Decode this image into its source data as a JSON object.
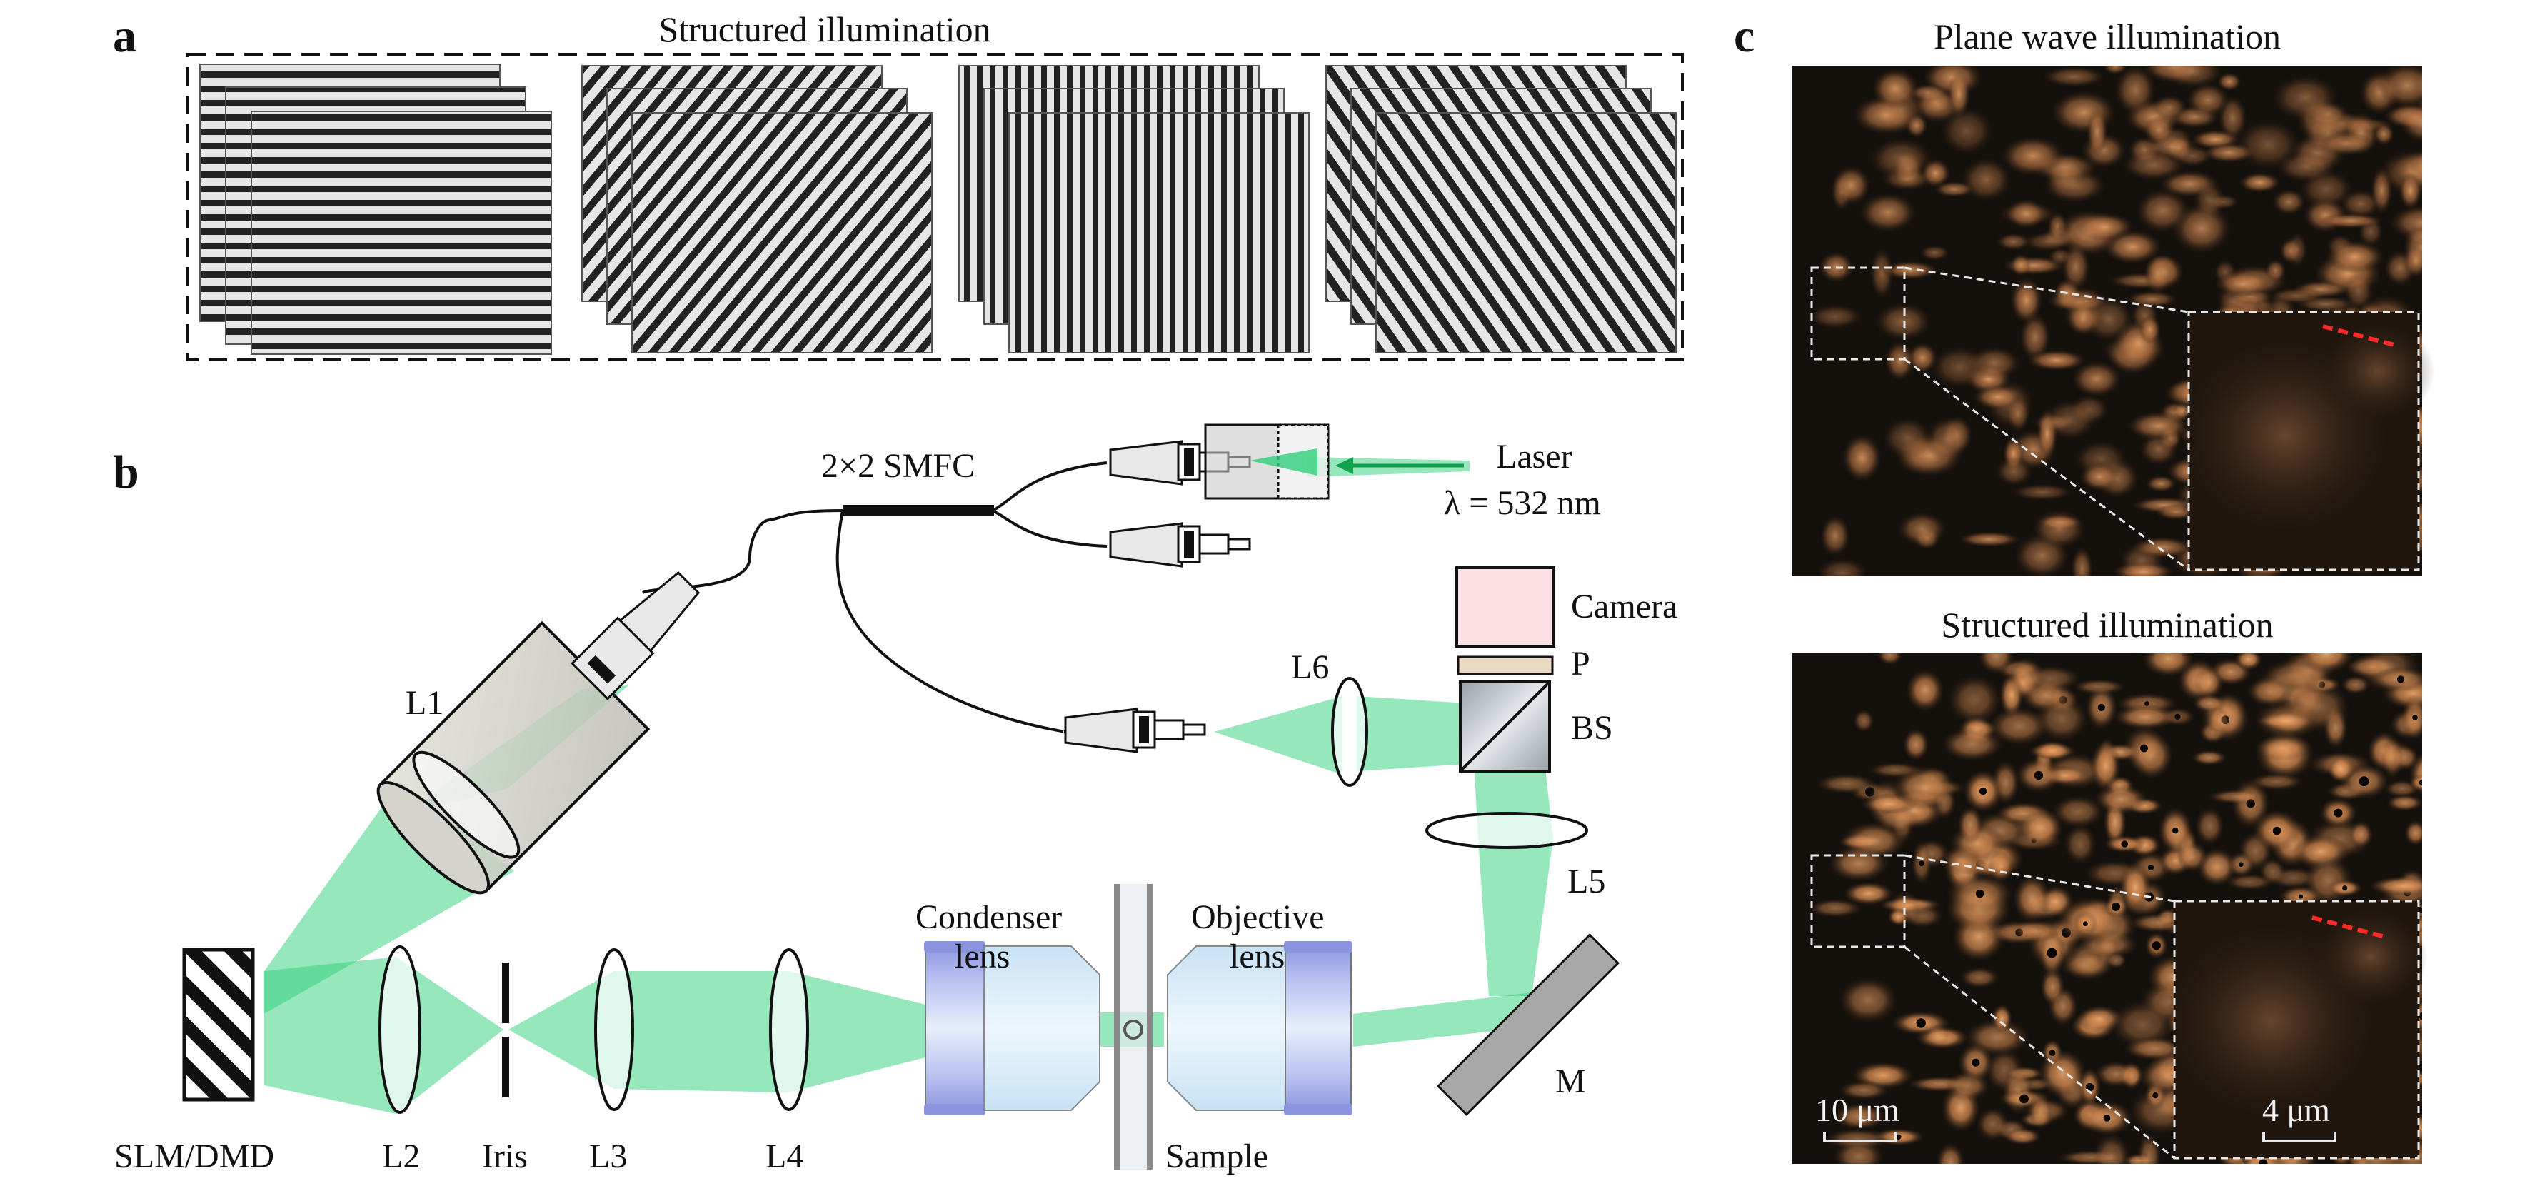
{
  "panel_a": {
    "letter": "a",
    "title": "Structured illumination"
  },
  "panel_b": {
    "letter": "b",
    "labels": {
      "smfc": "2×2 SMFC",
      "laser": "Laser",
      "wavelength": "λ = 532 nm",
      "camera": "Camera",
      "p": "P",
      "bs": "BS",
      "l1": "L1",
      "l2": "L2",
      "l3": "L3",
      "l4": "L4",
      "l5": "L5",
      "l6": "L6",
      "iris": "Iris",
      "slm": "SLM/DMD",
      "condenser_1": "Condenser",
      "condenser_2": "lens",
      "objective_1": "Objective",
      "objective_2": "lens",
      "sample": "Sample",
      "m": "M"
    }
  },
  "panel_c": {
    "letter": "c",
    "top_title": "Plane wave illumination",
    "bottom_title": "Structured illumination",
    "scalebar_main": "10 μm",
    "scalebar_inset": "4 μm"
  },
  "colors": {
    "beam": "#2fd07a",
    "lens_blue": "#aab4ec",
    "camera_pink": "#fbe1e3",
    "polarizer": "#ead9c3",
    "mirror": "#a8a8a8",
    "micro_dark": "#14100c",
    "micro_bright": "#d9955e",
    "red_line": "#ff2a2a"
  }
}
